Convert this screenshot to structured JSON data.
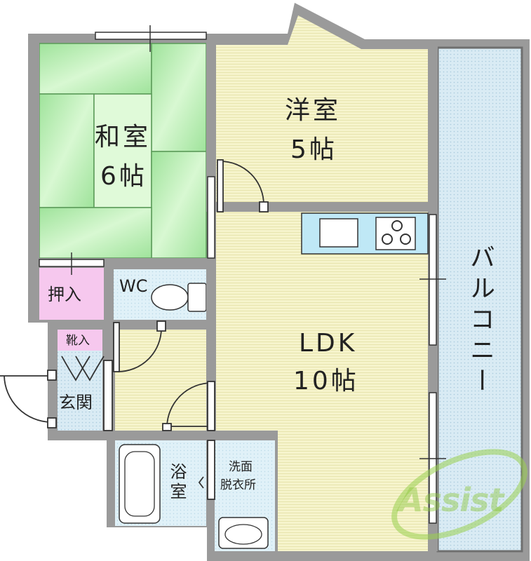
{
  "rooms": {
    "washitsu": {
      "name": "和室",
      "size": "6帖"
    },
    "youshitsu": {
      "name": "洋室",
      "size": "5帖"
    },
    "ldk": {
      "name": "LDK",
      "size": "10帖"
    },
    "balcony": {
      "name": "バルコニー"
    },
    "oshiire": {
      "name": "押入"
    },
    "wc": {
      "name": "WC"
    },
    "kutsuire": {
      "name": "靴入"
    },
    "genkan": {
      "name": "玄関"
    },
    "yokushitsu": {
      "name": "浴室"
    },
    "senmen": {
      "line1": "洗面",
      "line2": "脱衣所"
    }
  },
  "watermark": {
    "text": "Assist"
  },
  "colors": {
    "wall": "#9a9a9a",
    "tatami": "#a9e7a6",
    "tatami_light": "#d4f6cf",
    "floor_wood": "#f5f3c8",
    "wet_area": "#cfeef7",
    "closet": "#f6c8ee",
    "balcony": "#d5e8f2",
    "kitchen": "#bfe8f6"
  }
}
